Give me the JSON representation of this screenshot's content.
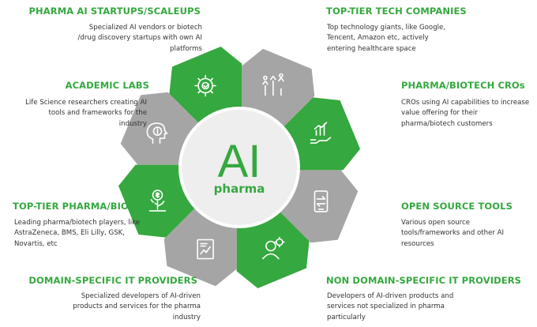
{
  "center": {
    "big": "AI",
    "small": "pharma"
  },
  "colors": {
    "green": "#35a83f",
    "gray": "#a6a5a5",
    "center_fill": "#eeeeee",
    "text": "#333333"
  },
  "categories": [
    {
      "title": "PHARMA AI STARTUPS/SCALEUPS",
      "lines": [
        "Specialized AI vendors or biotech",
        "/drug discovery startups with own AI",
        "platforms"
      ],
      "segment_color": "green",
      "icon": "gear-check-icon"
    },
    {
      "title": "TOP-TIER TECH COMPANIES",
      "lines": [
        "Top technology giants, like Google,",
        "Tencent, Amazon etc, actively",
        "entering healthcare space"
      ],
      "segment_color": "gray",
      "icon": "growth-people-icon"
    },
    {
      "title": "PHARMA/BIOTECH CROs",
      "lines": [
        "CROs using AI capabilities to increase",
        "value offering for their",
        "pharma/biotech customers"
      ],
      "segment_color": "green",
      "icon": "hand-chart-icon"
    },
    {
      "title": "OPEN SOURCE TOOLS",
      "lines": [
        "Various open source",
        "tools/frameworks and other AI",
        "resources"
      ],
      "segment_color": "gray",
      "icon": "phone-exchange-icon"
    },
    {
      "title": "NON DOMAIN-SPECIFIC IT PROVIDERS",
      "lines": [
        "Developers of AI-driven products and",
        "services not specialized in pharma",
        "particularly"
      ],
      "segment_color": "green",
      "icon": "person-gear-icon"
    },
    {
      "title": "DOMAIN-SPECIFIC IT PROVIDERS",
      "lines": [
        "Specialized developers of AI-driven",
        "products and services for the pharma",
        "industry"
      ],
      "segment_color": "gray",
      "icon": "report-chart-icon"
    },
    {
      "title": "TOP-TIER PHARMA/BIOTECH",
      "lines": [
        "Leading pharma/biotech players, like",
        "AstraZeneca, BMS, Eli Lilly, GSK,",
        "Novartis, etc"
      ],
      "segment_color": "green",
      "icon": "money-plant-icon"
    },
    {
      "title": "ACADEMIC LABS",
      "lines": [
        "Life Science researchers creating AI",
        "tools and frameworks for the",
        "industry"
      ],
      "segment_color": "gray",
      "icon": "head-dollar-icon"
    }
  ]
}
